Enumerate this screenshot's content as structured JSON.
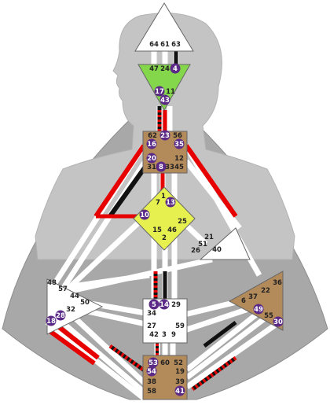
{
  "colors": {
    "background": "#ffffff",
    "body_fill": "#a8a8a8",
    "silhouette": "#c4c4c4",
    "channel_white": "#ffffff",
    "activation_red": "#e60000",
    "activation_black": "#111111",
    "defined_green": "#84d64a",
    "defined_brown": "#b38a5a",
    "defined_yellow": "#e6f04f",
    "open_center": "#ffffff",
    "gate_badge": "#5b2a86"
  },
  "centers": {
    "head": {
      "gates": [
        "64",
        "61",
        "63"
      ],
      "defined": false
    },
    "ajna": {
      "gates": [
        "47",
        "24",
        "4",
        "17",
        "11",
        "43"
      ],
      "defined": true
    },
    "throat": {
      "gates": [
        "62",
        "23",
        "56",
        "16",
        "35",
        "20",
        "12",
        "31",
        "8",
        "33",
        "45"
      ],
      "defined": true
    },
    "g": {
      "gates": [
        "1",
        "13",
        "7",
        "10",
        "25",
        "15",
        "46",
        "2"
      ],
      "defined": true
    },
    "heart": {
      "gates": [
        "21",
        "51",
        "26",
        "40"
      ],
      "defined": false
    },
    "spleen": {
      "gates": [
        "48",
        "57",
        "44",
        "50",
        "32",
        "28",
        "18"
      ],
      "defined": false
    },
    "solar_plexus": {
      "gates": [
        "36",
        "22",
        "6",
        "37",
        "49",
        "55",
        "30"
      ],
      "defined": true
    },
    "sacral": {
      "gates": [
        "5",
        "14",
        "29",
        "34",
        "27",
        "59",
        "42",
        "3",
        "9"
      ],
      "defined": false
    },
    "root": {
      "gates": [
        "53",
        "60",
        "52",
        "54",
        "19",
        "38",
        "39",
        "58",
        "41"
      ],
      "defined": true
    }
  },
  "activated_gates": [
    "4",
    "17",
    "43",
    "23",
    "16",
    "35",
    "20",
    "8",
    "13",
    "10",
    "5",
    "14",
    "28",
    "18",
    "49",
    "30",
    "53",
    "54",
    "41"
  ]
}
